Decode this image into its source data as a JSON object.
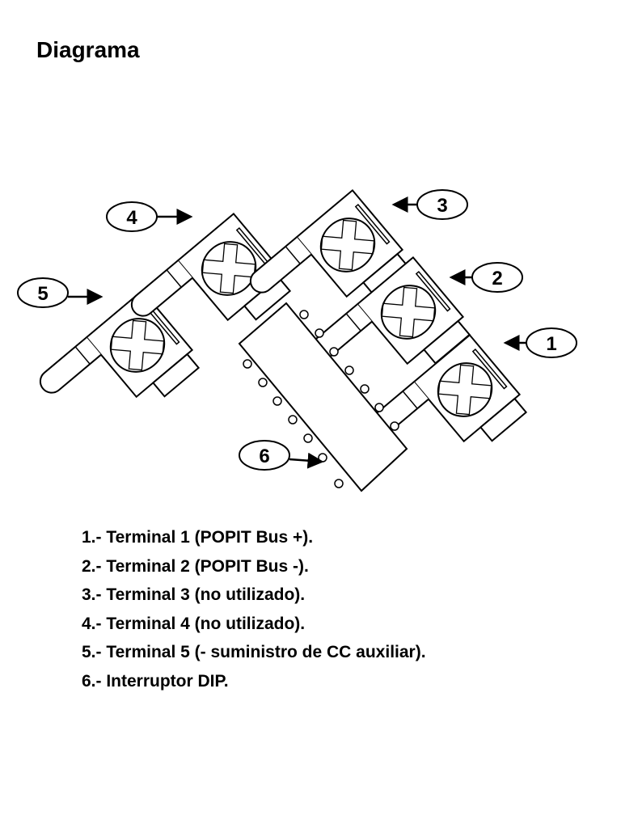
{
  "title": "Diagrama",
  "callouts": [
    "1",
    "2",
    "3",
    "4",
    "5",
    "6"
  ],
  "legend": [
    "1.- Terminal 1 (POPIT Bus +).",
    "2.- Terminal 2 (POPIT Bus -).",
    "3.- Terminal 3 (no utilizado).",
    "4.- Terminal 4 (no utilizado).",
    "5.- Terminal 5 (- suministro de CC auxiliar).",
    "6.- Interruptor DIP."
  ]
}
